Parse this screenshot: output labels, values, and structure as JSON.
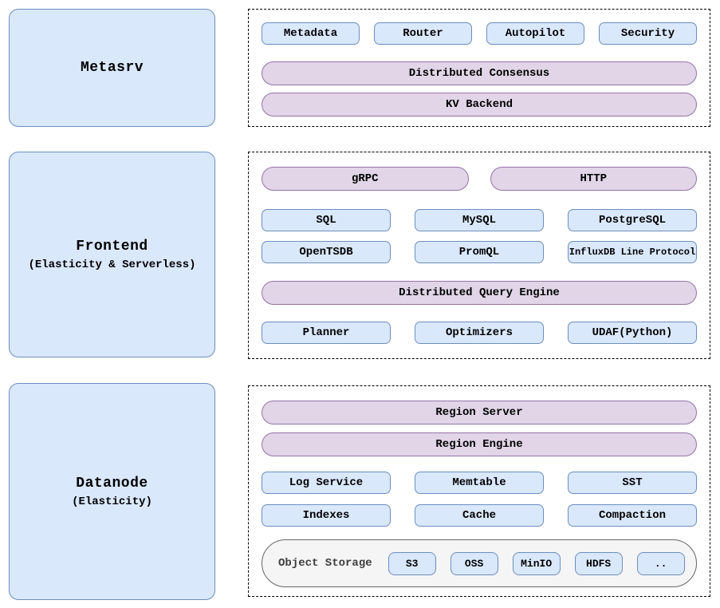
{
  "colors": {
    "node_fill": "#dae8fc",
    "node_border": "#6c8ebf",
    "pill_fill": "#e1d5e7",
    "pill_border": "#9673a6",
    "storage_fill": "#f5f5f5",
    "storage_border": "#666666",
    "panel_border": "#000000"
  },
  "metasrv": {
    "title": "Metasrv",
    "modules": [
      "Metadata",
      "Router",
      "Autopilot",
      "Security"
    ],
    "pills": [
      "Distributed Consensus",
      "KV Backend"
    ]
  },
  "frontend": {
    "title": "Frontend",
    "subtitle": "(Elasticity & Serverless)",
    "protocol_pills": [
      "gRPC",
      "HTTP"
    ],
    "protocols_row1": [
      "SQL",
      "MySQL",
      "PostgreSQL"
    ],
    "protocols_row2": [
      "OpenTSDB",
      "PromQL",
      "InfluxDB Line Protocol"
    ],
    "engine_pill": "Distributed Query Engine",
    "engine_modules": [
      "Planner",
      "Optimizers",
      "UDAF(Python)"
    ]
  },
  "datanode": {
    "title": "Datanode",
    "subtitle": "(Elasticity)",
    "pills": [
      "Region Server",
      "Region Engine"
    ],
    "modules_row1": [
      "Log Service",
      "Memtable",
      "SST"
    ],
    "modules_row2": [
      "Indexes",
      "Cache",
      "Compaction"
    ],
    "object_storage": {
      "label": "Object Storage",
      "backends": [
        "S3",
        "OSS",
        "MinIO",
        "HDFS",
        ".."
      ]
    }
  }
}
